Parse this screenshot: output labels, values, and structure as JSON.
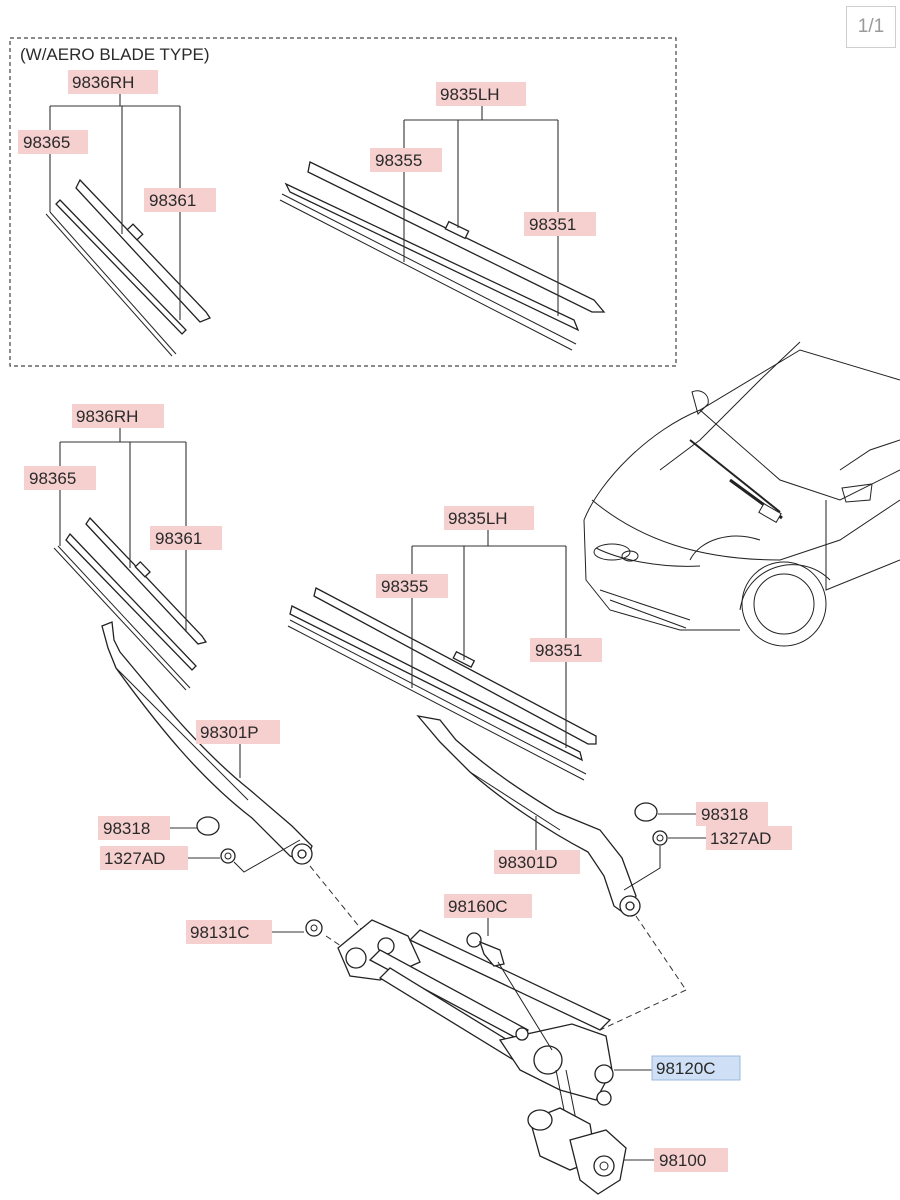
{
  "page_indicator": "1/1",
  "inset_title": "(W/AERO BLADE TYPE)",
  "labels": {
    "inset_rh_assy": "9836RH",
    "inset_rh_insert": "98365",
    "inset_rh_blade": "98361",
    "inset_lh_assy": "9835LH",
    "inset_lh_insert": "98355",
    "inset_lh_blade": "98351",
    "rh_assy": "9836RH",
    "rh_insert": "98365",
    "rh_blade": "98361",
    "lh_assy": "9835LH",
    "lh_insert": "98355",
    "lh_blade": "98351",
    "rh_arm": "98301P",
    "lh_arm": "98301D",
    "rh_cap": "98318",
    "rh_nut": "1327AD",
    "lh_cap": "98318",
    "lh_nut": "1327AD",
    "pivot_nut": "98131C",
    "bracket": "98160C",
    "linkage": "98120C",
    "motor": "98100"
  },
  "colors": {
    "label_fill": "#f6cfcf",
    "highlight_fill": "#cfe0f6"
  }
}
